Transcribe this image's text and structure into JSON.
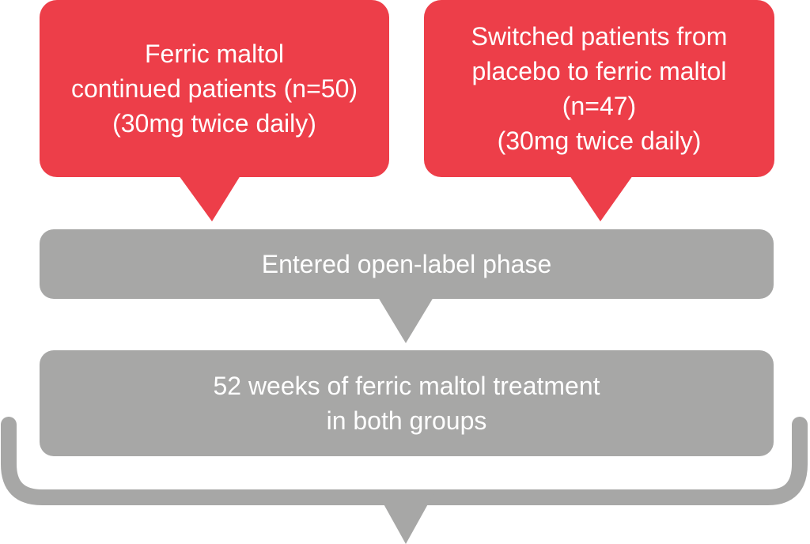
{
  "colors": {
    "red": "#ed3e49",
    "gray": "#a7a7a6",
    "text": "#ffffff"
  },
  "boxes": {
    "ferric_continued": "Ferric maltol\ncontinued patients (n=50)\n(30mg twice daily)",
    "switched_placebo": "Switched patients from\nplacebo to ferric maltol\n(n=47)\n(30mg twice daily)",
    "open_label": "Entered open-label phase",
    "treatment_52": "52 weeks of ferric maltol treatment\nin both groups"
  }
}
